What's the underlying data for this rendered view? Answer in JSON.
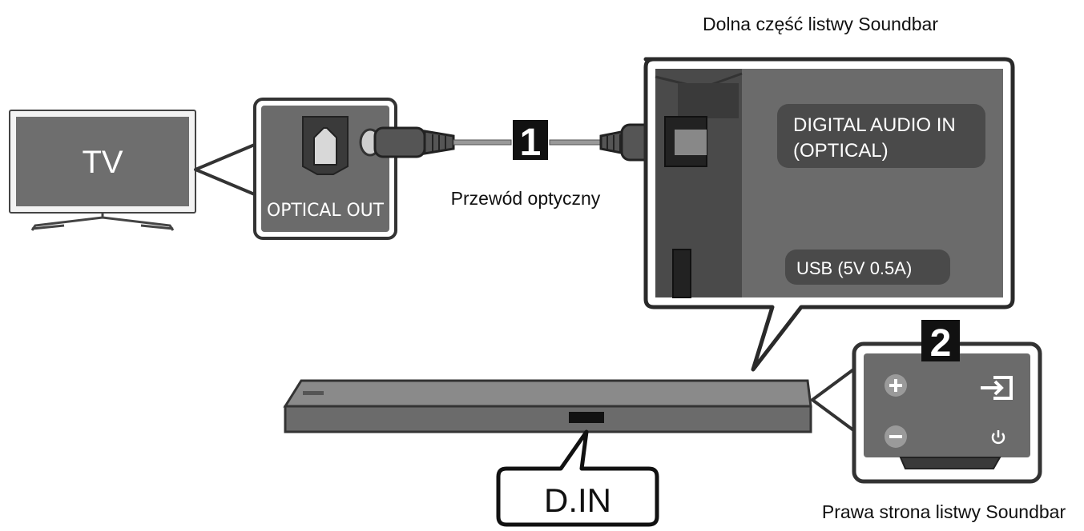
{
  "tv": {
    "label": "TV"
  },
  "tv_port": {
    "label": "OPTICAL OUT"
  },
  "cable": {
    "number": "1",
    "label": "Przewód optyczny"
  },
  "bottom_panel": {
    "title": "Dolna część listwy Soundbar",
    "optical_label_line1": "DIGITAL AUDIO IN",
    "optical_label_line2": "(OPTICAL)",
    "usb_label": "USB (5V 0.5A)"
  },
  "soundbar": {
    "display_label": "D.IN"
  },
  "right_panel": {
    "number": "2",
    "title": "Prawa strona listwy Soundbar"
  },
  "icons": [
    "optical-port-icon",
    "plus-icon",
    "minus-icon",
    "input-source-icon",
    "power-icon"
  ],
  "colors": {
    "panel_gray": "#6b6b6b",
    "dark_gray": "#3a3a3a",
    "outline": "#2a2a2a",
    "label_pill": "#4a4a4a"
  }
}
